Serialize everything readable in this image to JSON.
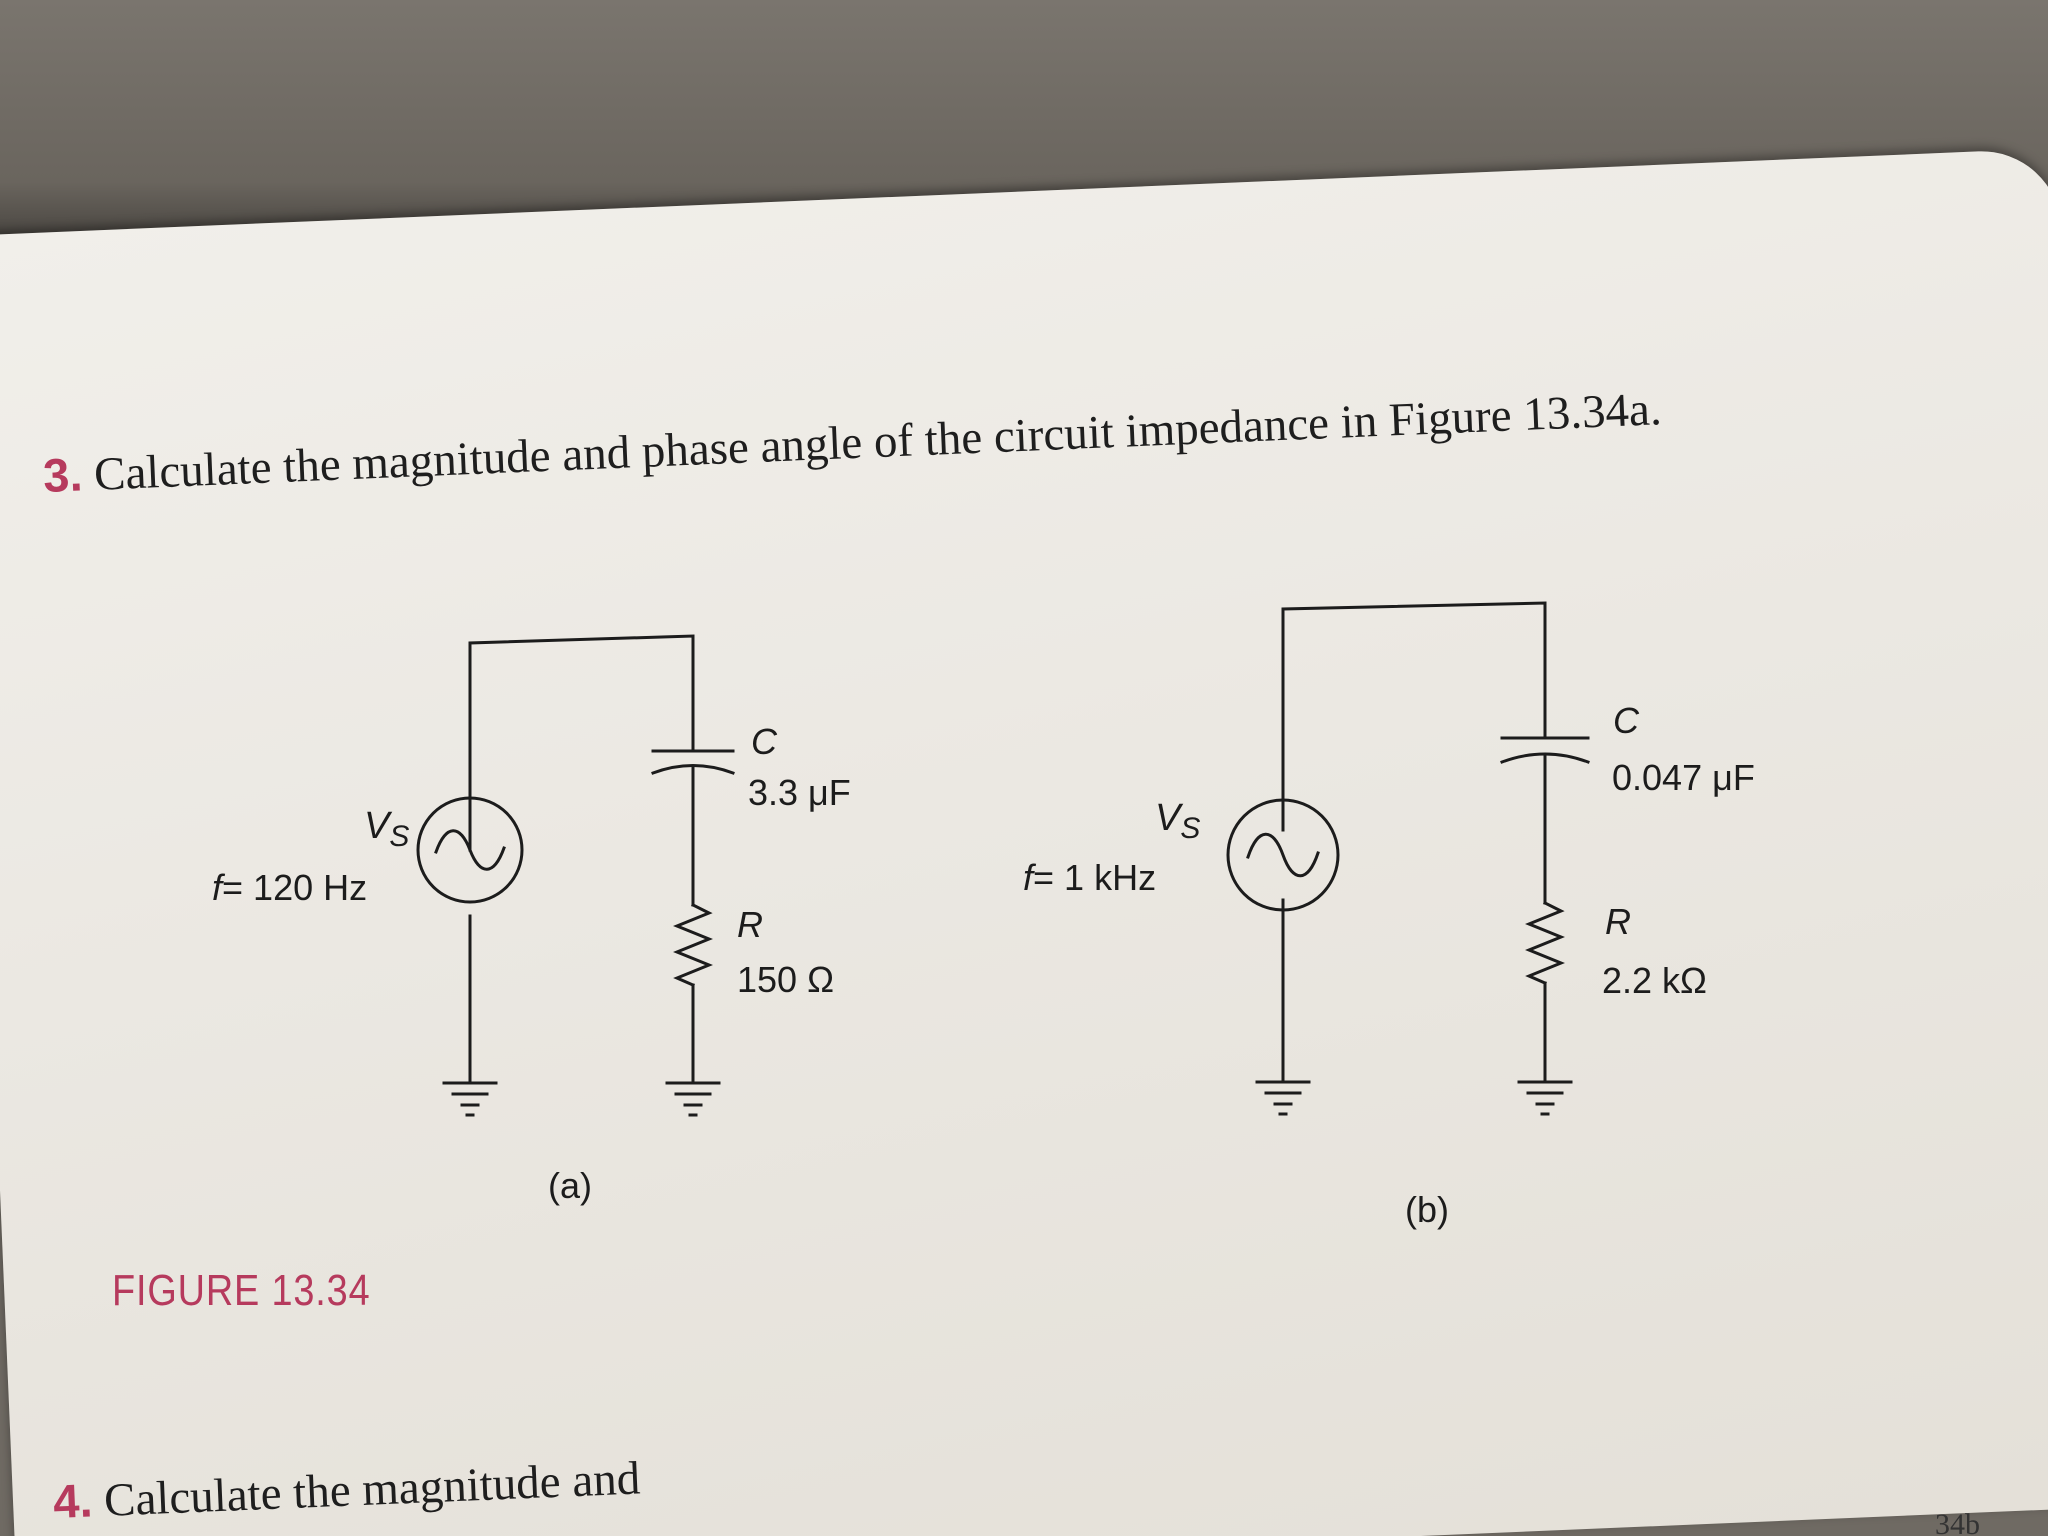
{
  "problem3": {
    "number": "3.",
    "text": "Calculate the magnitude and phase angle of the circuit impedance in Figure 13.34a."
  },
  "problem4": {
    "number": "4.",
    "text": "Calculate the magnitude and"
  },
  "figure_caption": "FIGURE 13.34",
  "corner_fragment": "34b",
  "circuit_a": {
    "source_label": "V",
    "source_subscript": "S",
    "frequency_symbol": "f",
    "frequency_value": "= 120 Hz",
    "capacitor_label": "C",
    "capacitor_value": "3.3 μF",
    "resistor_label": "R",
    "resistor_value": "150 Ω",
    "panel_label": "(a)"
  },
  "circuit_b": {
    "source_label": "V",
    "source_subscript": "S",
    "frequency_symbol": "f",
    "frequency_value": "= 1 kHz",
    "capacitor_label": "C",
    "capacitor_value": "0.047 μF",
    "resistor_label": "R",
    "resistor_value": "2.2 kΩ",
    "panel_label": "(b)"
  },
  "colors": {
    "accent": "#b63a5d",
    "ink": "#1c1c1c",
    "paper": "#ebe8e2"
  }
}
